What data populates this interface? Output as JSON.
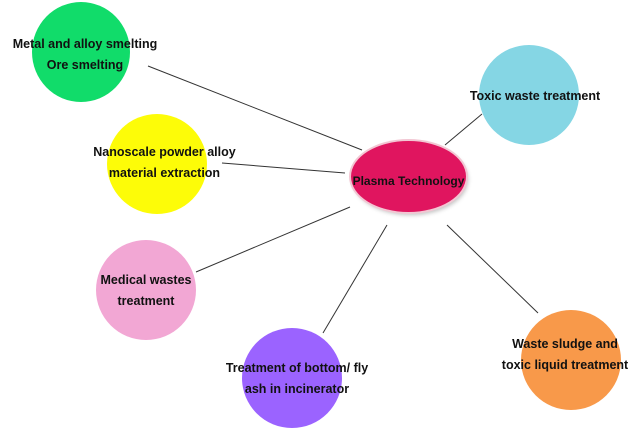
{
  "center": {
    "label": "Plasma Technology",
    "color": "#e0155f"
  },
  "nodes": [
    {
      "id": "metal",
      "lines": [
        "Metal and alloy smelting",
        "Ore smelting"
      ],
      "color": "#11dc6a"
    },
    {
      "id": "nano",
      "lines": [
        "Nanoscale powder alloy",
        "material extraction"
      ],
      "color": "#fdfc08"
    },
    {
      "id": "medical",
      "lines": [
        "Medical wastes",
        "treatment"
      ],
      "color": "#f2a7d4"
    },
    {
      "id": "bottom-ash",
      "lines": [
        "Treatment of bottom/ fly",
        "ash in incinerator"
      ],
      "color": "#9b63ff"
    },
    {
      "id": "toxic",
      "lines": [
        "Toxic waste treatment"
      ],
      "color": "#85d6e4"
    },
    {
      "id": "sludge",
      "lines": [
        "Waste sludge and",
        "toxic liquid treatment"
      ],
      "color": "#f8994a"
    }
  ]
}
